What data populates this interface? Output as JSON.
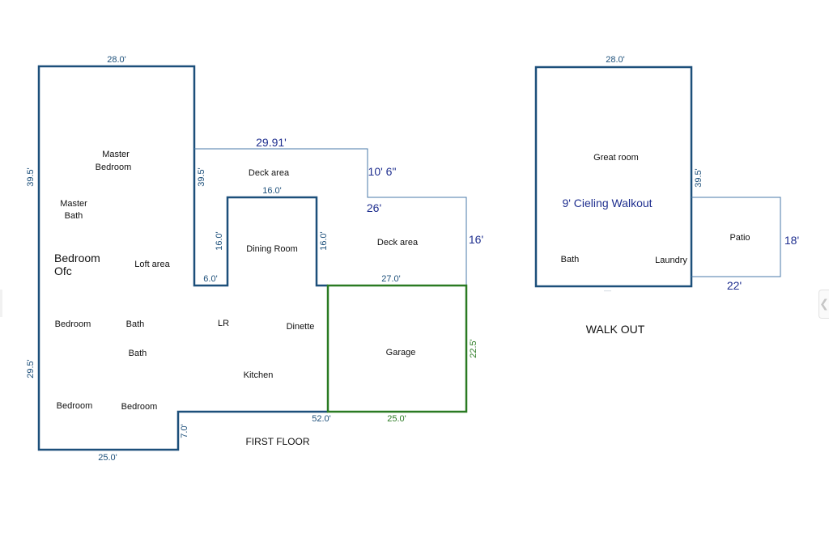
{
  "first_floor": {
    "title": "FIRST FLOOR",
    "dimensions": {
      "top_width": "28.0'",
      "left_upper": "39.5'",
      "left_lower": "29.5'",
      "bottom_left": "25.0'",
      "step": "7.0'",
      "bottom_total": "52.0'",
      "inner_left": "39.5'",
      "deck_top": "29.91'",
      "deck_step": "10' 6\"",
      "deck_right_top": "26'",
      "deck_right_side": "16'",
      "dining_top": "16.0'",
      "dining_left": "16.0'",
      "dining_right": "16.0'",
      "notch_bottom": "6.0'",
      "deck_bottom": "27.0'",
      "garage_side": "22.5'",
      "garage_bottom": "25.0'"
    },
    "rooms": {
      "master_bedroom_1": "Master",
      "master_bedroom_2": "Bedroom",
      "master_bath_1": "Master",
      "master_bath_2": "Bath",
      "bedroom_ofc_1": "Bedroom",
      "bedroom_ofc_2": "Ofc",
      "loft_area": "Loft area",
      "deck_area_upper": "Deck area",
      "dining_room": "Dining Room",
      "deck_area_lower": "Deck area",
      "bedroom_a": "Bedroom",
      "bath_a": "Bath",
      "lr": "LR",
      "dinette": "Dinette",
      "bath_b": "Bath",
      "garage": "Garage",
      "kitchen": "Kitchen",
      "bedroom_b": "Bedroom",
      "bedroom_c": "Bedroom"
    }
  },
  "walk_out": {
    "title": "WALK OUT",
    "dimensions": {
      "top_width": "28.0'",
      "right_side": "39.5'",
      "patio_side": "18'",
      "patio_bottom": "22'"
    },
    "rooms": {
      "great_room": "Great room",
      "ceiling_note": "9' Cieling Walkout",
      "patio": "Patio",
      "bath": "Bath",
      "laundry": "Laundry"
    }
  },
  "colors": {
    "wall": "#1c4f7a",
    "thin_wall": "#4a7aa8",
    "garage": "#2a7a22"
  }
}
